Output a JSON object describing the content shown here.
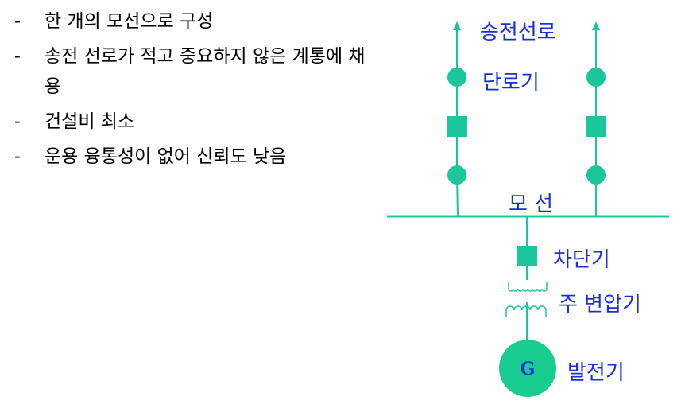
{
  "bullets": [
    "한 개의 모선으로 구성",
    "송전 선로가 적고 중요하지 않은 계통에 채용",
    "건설비 최소",
    "운용 융통성이 없어 신뢰도 낮음"
  ],
  "bullet_marker": "-",
  "labels": {
    "transmission_line": "송전선로",
    "disconnector": "단로기",
    "bus": "모 선",
    "circuit_breaker": "차단기",
    "main_transformer": "주 변압기",
    "generator": "발전기",
    "generator_symbol": "G"
  },
  "colors": {
    "diagram_line": "#1bc79a",
    "generator_fill": "#18cc8f",
    "label_text": "#1a2fd8",
    "bullet_text": "#000000",
    "generator_letter": "#1a2fd8"
  }
}
